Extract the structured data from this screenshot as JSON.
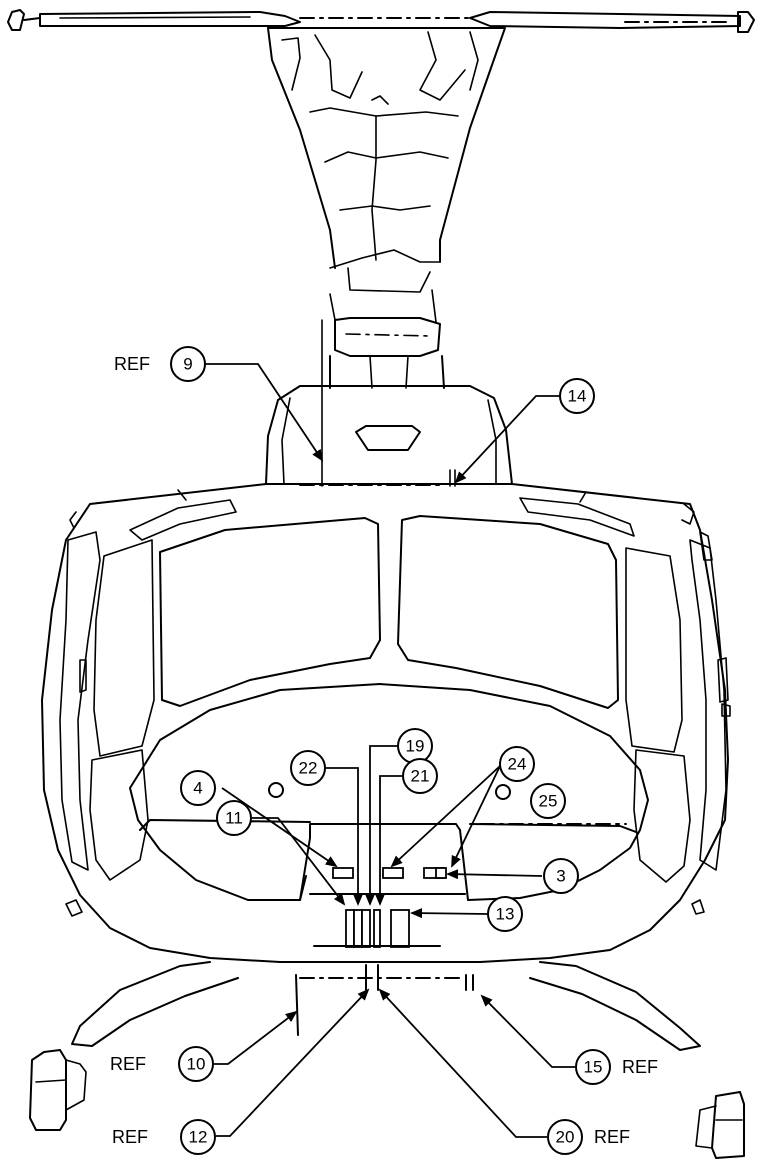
{
  "ref_text": "REF",
  "callouts": [
    {
      "id": "c9",
      "number": "9",
      "ref": "left"
    },
    {
      "id": "c14",
      "number": "14",
      "ref": ""
    },
    {
      "id": "c19",
      "number": "19",
      "ref": ""
    },
    {
      "id": "c22",
      "number": "22",
      "ref": ""
    },
    {
      "id": "c24",
      "number": "24",
      "ref": ""
    },
    {
      "id": "c4",
      "number": "4",
      "ref": ""
    },
    {
      "id": "c21",
      "number": "21",
      "ref": ""
    },
    {
      "id": "c25",
      "number": "25",
      "ref": ""
    },
    {
      "id": "c11",
      "number": "11",
      "ref": ""
    },
    {
      "id": "c3",
      "number": "3",
      "ref": ""
    },
    {
      "id": "c13",
      "number": "13",
      "ref": ""
    },
    {
      "id": "c10",
      "number": "10",
      "ref": "left"
    },
    {
      "id": "c15",
      "number": "15",
      "ref": "right"
    },
    {
      "id": "c12",
      "number": "12",
      "ref": "left"
    },
    {
      "id": "c20",
      "number": "20",
      "ref": "right"
    }
  ]
}
